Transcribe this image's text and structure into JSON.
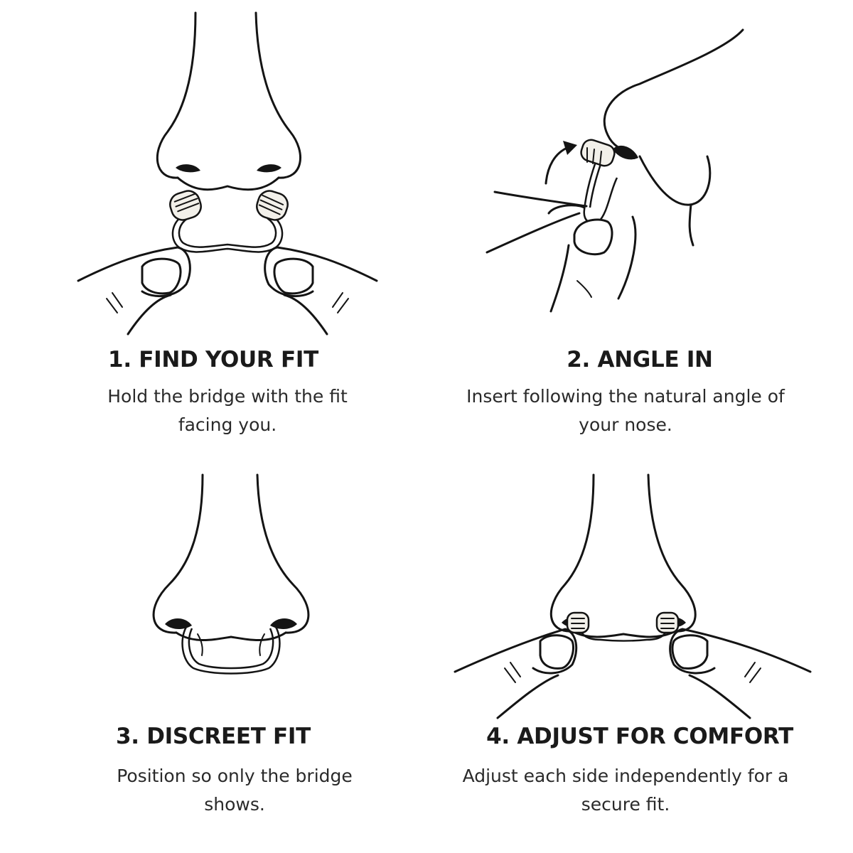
{
  "steps": [
    {
      "title": "1. FIND YOUR FIT",
      "description": "Hold the bridge with the fit facing you.",
      "illustration": "nose-clip-held-below-nose"
    },
    {
      "title": "2. ANGLE IN",
      "description": "Insert following the natural angle of your nose.",
      "illustration": "clip-inserted-into-nostril-side-view"
    },
    {
      "title": "3. DISCREET FIT",
      "description": "Position so only the bridge shows.",
      "illustration": "clip-worn-under-nose"
    },
    {
      "title": "4. ADJUST FOR COMFORT",
      "description": "Adjust each side independently for a secure fit.",
      "illustration": "fingers-adjusting-clip-sides"
    }
  ],
  "colors": {
    "ink": "#141414",
    "background": "#ffffff",
    "clip": "#f2f0ea"
  }
}
